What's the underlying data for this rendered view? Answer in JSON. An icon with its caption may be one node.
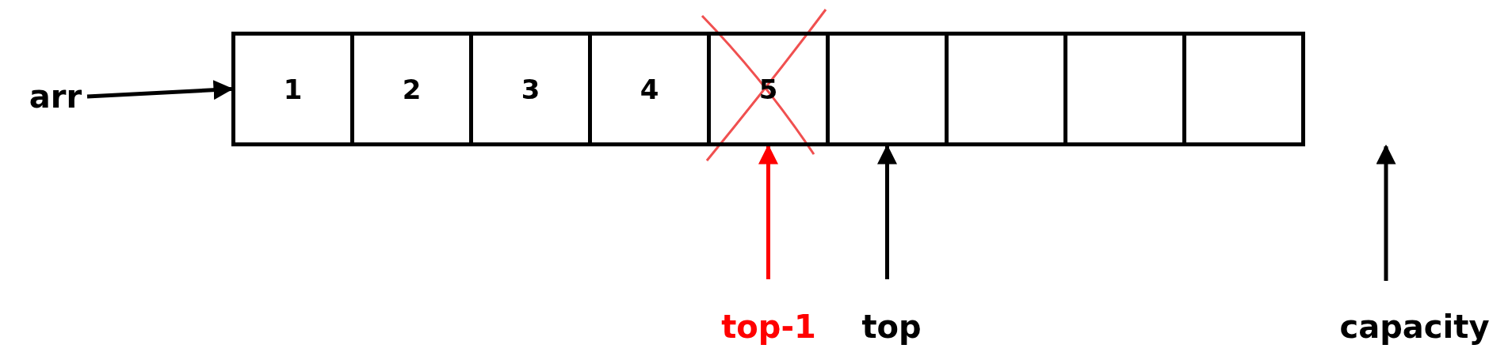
{
  "diagram": {
    "nodes": [
      {
        "text": [
          "arr"
        ]
      },
      {
        "text": [
          "1"
        ]
      },
      {
        "text": [
          "2"
        ]
      },
      {
        "text": [
          "3"
        ]
      },
      {
        "text": [
          "4"
        ]
      },
      {
        "text": [
          "5"
        ]
      },
      {
        "text": [],
        "shape": "box"
      },
      {
        "text": [],
        "shape": "box"
      },
      {
        "text": [],
        "shape": "box"
      },
      {
        "text": [],
        "shape": "box"
      },
      {
        "text": [
          "top-1"
        ]
      },
      {
        "text": [
          "top"
        ]
      },
      {
        "text": [
          "capacity"
        ]
      }
    ],
    "edges": [
      {
        "from": 0,
        "to": 1,
        "arrow": "to"
      },
      {
        "from": 10,
        "to": 5,
        "arrow": "to",
        "color": "#ff0000"
      },
      {
        "from": 11,
        "to": 6,
        "arrow": "to"
      },
      {
        "from": 12,
        "to": null,
        "arrow": "to"
      }
    ]
  }
}
